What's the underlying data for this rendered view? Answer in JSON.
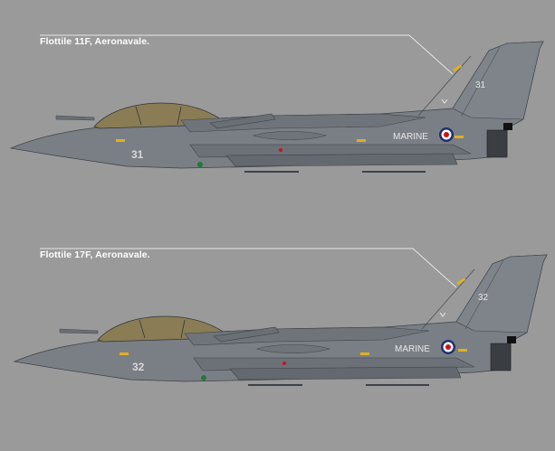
{
  "profiles": [
    {
      "caption": "Flottile 11F, Aeronavale.",
      "tail_number": "31",
      "nose_number": "31",
      "marking": "MARINE"
    },
    {
      "caption": "Flottile 17F, Aeronavale.",
      "tail_number": "32",
      "nose_number": "32",
      "marking": "MARINE"
    }
  ],
  "colors": {
    "background": "#9a9a9a",
    "airframe": "#7a7f86",
    "airframe_dark": "#5a5f66",
    "canopy": "#8a7c54",
    "roundel_blue": "#1f2f6b",
    "roundel_red": "#c8141b",
    "caption_text": "#ffffff",
    "accent_yellow": "#e0b020"
  },
  "icons": [
    "roundel-icon",
    "anchor-icon"
  ]
}
